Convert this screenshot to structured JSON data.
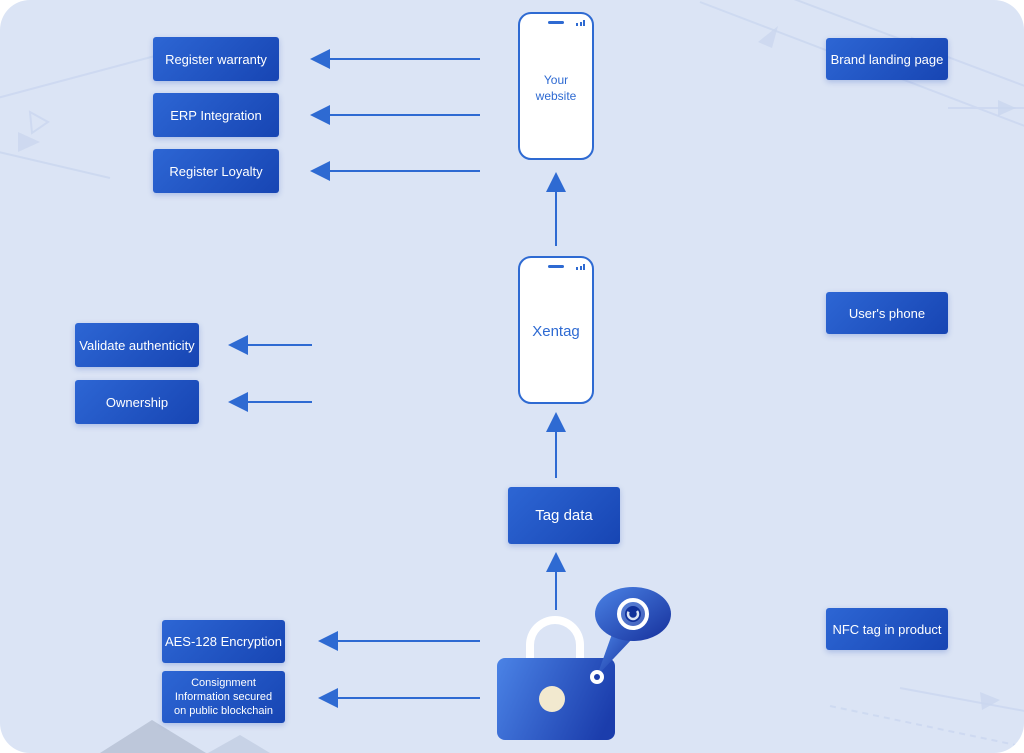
{
  "canvas": {
    "background": "#dbe4f5",
    "accent": "#2e6ad2",
    "box_gradient_start": "#2d66d4",
    "box_gradient_end": "#1745b3"
  },
  "phones": [
    {
      "label": "Your website"
    },
    {
      "label": "Xentag"
    }
  ],
  "center": {
    "tag_data": "Tag data"
  },
  "left_boxes": [
    {
      "label": "Register warranty"
    },
    {
      "label": "ERP Integration"
    },
    {
      "label": "Register Loyalty"
    },
    {
      "label": "Validate authenticity"
    },
    {
      "label": "Ownership"
    },
    {
      "label": "AES-128 Encryption"
    },
    {
      "label": "Consignment\nInformation secured\non public blockchain"
    }
  ],
  "right_boxes": [
    {
      "label": "Brand landing page"
    },
    {
      "label": "User's phone"
    },
    {
      "label": "NFC tag in product"
    }
  ]
}
